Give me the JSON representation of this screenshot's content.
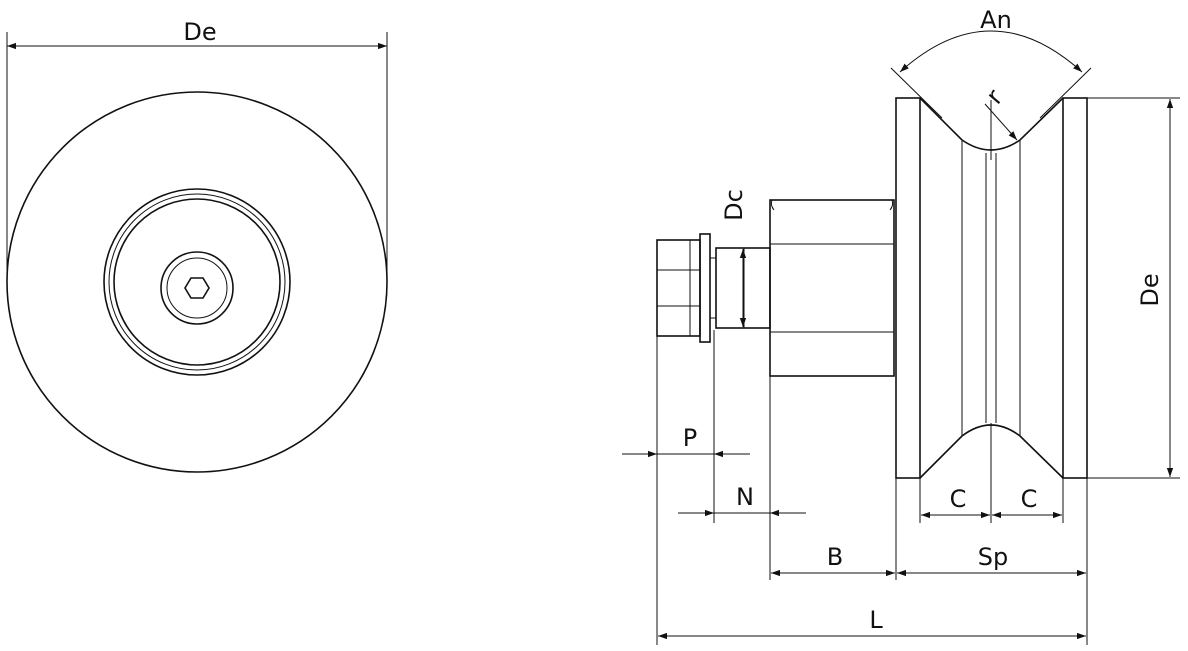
{
  "labels": {
    "front_de": "De",
    "an": "An",
    "r": "r",
    "dc": "Dc",
    "side_de": "De",
    "p": "P",
    "n": "N",
    "c_left": "C",
    "c_right": "C",
    "b": "B",
    "sp": "Sp",
    "l": "L"
  },
  "colors": {
    "line": "#111111",
    "background": "#ffffff"
  }
}
